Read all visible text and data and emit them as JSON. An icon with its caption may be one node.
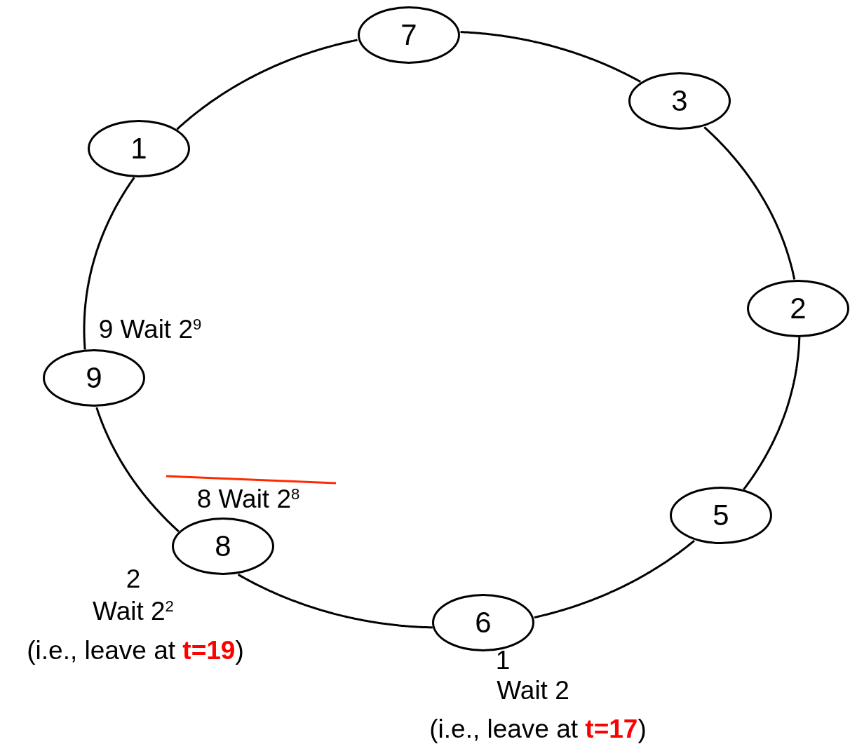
{
  "diagram": {
    "nodes": [
      {
        "text": [
          "7"
        ]
      },
      {
        "text": [
          "3"
        ]
      },
      {
        "text": [
          "2"
        ]
      },
      {
        "text": [
          "5"
        ]
      },
      {
        "text": [
          "6"
        ],
        "beside": [
          "1",
          "Wait 2",
          "(i.e., leave at **t=17**)"
        ]
      },
      {
        "text": [
          "8"
        ],
        "beside": [
          "8 Wait 2$^{8}$",
          "2",
          "Wait 2$^{2}$",
          "(i.e., leave at **t=19**)"
        ]
      },
      {
        "text": [
          "9"
        ],
        "beside": [
          "9 Wait 2$^{9}$"
        ]
      },
      {
        "text": [
          "1"
        ]
      }
    ],
    "edges": [
      {
        "from": 0,
        "to": 1,
        "arrow": "none"
      },
      {
        "from": 1,
        "to": 2,
        "arrow": "none"
      },
      {
        "from": 2,
        "to": 3,
        "arrow": "none"
      },
      {
        "from": 3,
        "to": 4,
        "arrow": "none"
      },
      {
        "from": 4,
        "to": 5,
        "arrow": "none"
      },
      {
        "from": 5,
        "to": 6,
        "arrow": "none"
      },
      {
        "from": 6,
        "to": 7,
        "arrow": "none"
      },
      {
        "from": 7,
        "to": 0,
        "arrow": "none"
      }
    ]
  }
}
